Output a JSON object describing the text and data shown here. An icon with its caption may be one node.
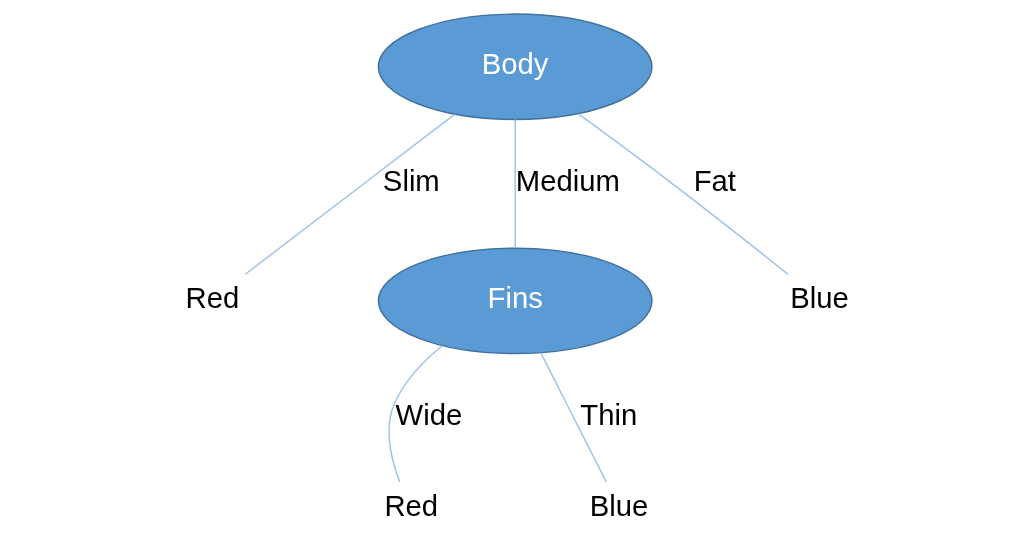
{
  "diagram": {
    "nodes": [
      {
        "text": [
          "Body"
        ]
      },
      {
        "text": [
          "Red"
        ]
      },
      {
        "text": [
          "Fins"
        ]
      },
      {
        "text": [
          "Blue"
        ]
      },
      {
        "text": [
          "Red"
        ]
      },
      {
        "text": [
          "Blue"
        ]
      }
    ],
    "edges": [
      {
        "from": 0,
        "to": 1,
        "arrow": "none",
        "label": "Slim"
      },
      {
        "from": 0,
        "to": 2,
        "arrow": "none",
        "label": "Medium"
      },
      {
        "from": 0,
        "to": 3,
        "arrow": "none",
        "label": "Fat"
      },
      {
        "from": 2,
        "to": 4,
        "arrow": "none",
        "label": "Wide"
      },
      {
        "from": 2,
        "to": 5,
        "arrow": "none",
        "label": "Thin"
      }
    ]
  }
}
